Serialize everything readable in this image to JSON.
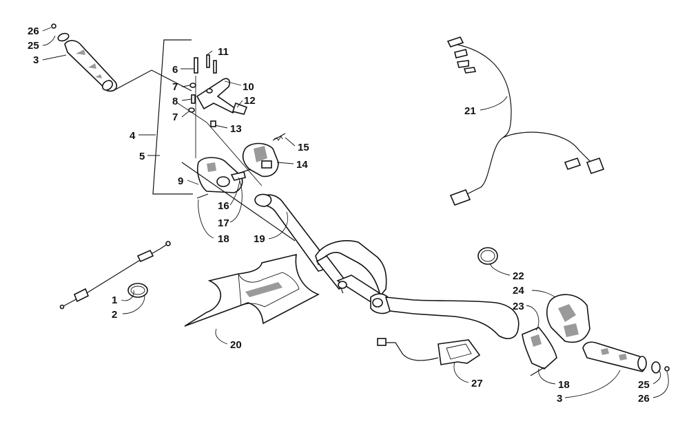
{
  "callouts": [
    {
      "id": "c26a",
      "text": "26"
    },
    {
      "id": "c25a",
      "text": "25"
    },
    {
      "id": "c3a",
      "text": "3"
    },
    {
      "id": "c11",
      "text": "11"
    },
    {
      "id": "c6",
      "text": "6"
    },
    {
      "id": "c10",
      "text": "10"
    },
    {
      "id": "c7a",
      "text": "7"
    },
    {
      "id": "c8",
      "text": "8"
    },
    {
      "id": "c12",
      "text": "12"
    },
    {
      "id": "c7b",
      "text": "7"
    },
    {
      "id": "c13",
      "text": "13"
    },
    {
      "id": "c4",
      "text": "4"
    },
    {
      "id": "c5",
      "text": "5"
    },
    {
      "id": "c15",
      "text": "15"
    },
    {
      "id": "c14",
      "text": "14"
    },
    {
      "id": "c9",
      "text": "9"
    },
    {
      "id": "c16",
      "text": "16"
    },
    {
      "id": "c17",
      "text": "17"
    },
    {
      "id": "c18a",
      "text": "18"
    },
    {
      "id": "c19",
      "text": "19"
    },
    {
      "id": "c21",
      "text": "21"
    },
    {
      "id": "c1",
      "text": "1"
    },
    {
      "id": "c2",
      "text": "2"
    },
    {
      "id": "c20",
      "text": "20"
    },
    {
      "id": "c22",
      "text": "22"
    },
    {
      "id": "c24",
      "text": "24"
    },
    {
      "id": "c23",
      "text": "23"
    },
    {
      "id": "c27",
      "text": "27"
    },
    {
      "id": "c18b",
      "text": "18"
    },
    {
      "id": "c3b",
      "text": "3"
    },
    {
      "id": "c25b",
      "text": "25"
    },
    {
      "id": "c26b",
      "text": "26"
    }
  ],
  "parts": {
    "grip": "grip",
    "throttle_housing": "throttle housing",
    "throttle_lever": "throttle lever",
    "switch_housing": "switch housing",
    "handlebar": "handlebar",
    "pad": "handlebar pad",
    "harness": "wiring harness",
    "cable": "throttle cable",
    "clamp": "clamp",
    "brake_housing": "brake housing",
    "heater_wire": "heater wire connector"
  },
  "colors": {
    "ink": "#111111",
    "paper": "#ffffff",
    "shade": "#9a9a9a"
  }
}
